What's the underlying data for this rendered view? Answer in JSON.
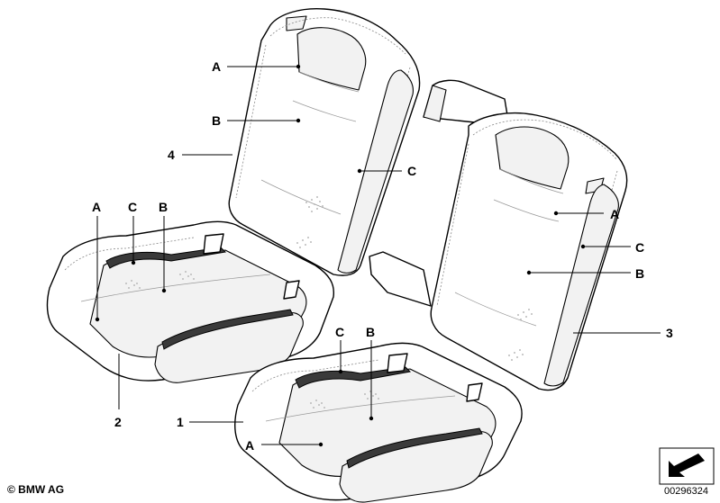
{
  "labels": {
    "seat_back_left": {
      "a": "A",
      "b": "B",
      "c": "C",
      "num": "4"
    },
    "seat_cushion_left": {
      "a": "A",
      "b": "B",
      "c": "C",
      "num": "2"
    },
    "seat_back_right": {
      "a": "A",
      "b": "B",
      "c": "C",
      "num": "3"
    },
    "seat_cushion_right": {
      "a": "A",
      "b": "B",
      "c": "C",
      "num": "1"
    }
  },
  "footer": {
    "copyright": "© BMW AG",
    "document_number": "00296324"
  },
  "icons": {
    "direction_arrow": "arrow-southwest-icon"
  }
}
